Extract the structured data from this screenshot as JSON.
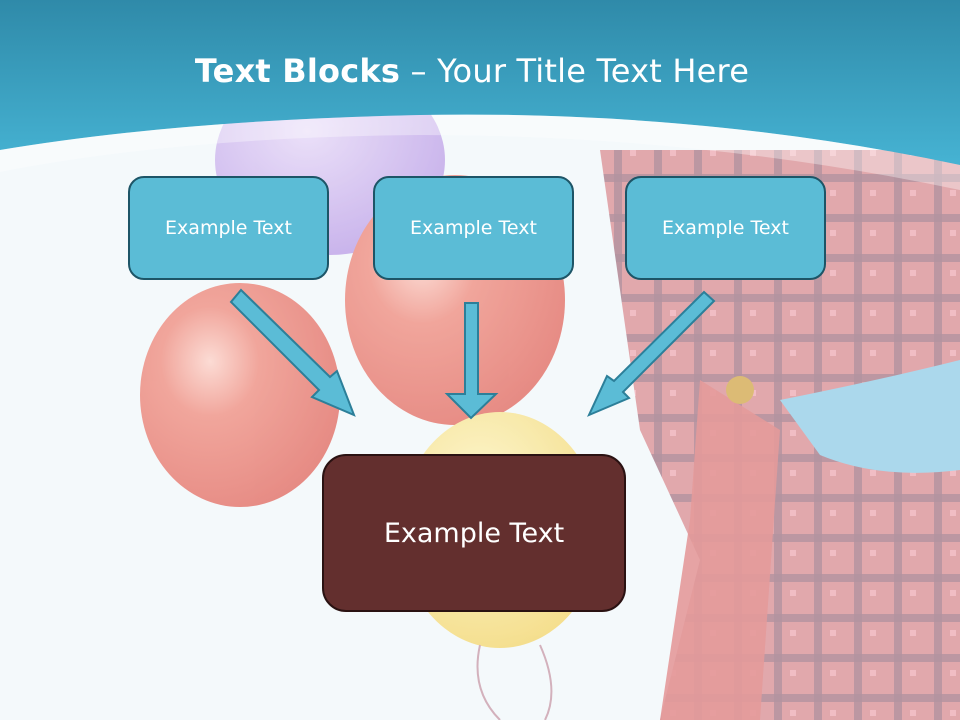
{
  "slide": {
    "title_bold": "Text Blocks",
    "title_separator": "–",
    "title_rest": "Your Title Text Here"
  },
  "blocks": [
    {
      "label": "Example Text"
    },
    {
      "label": "Example Text"
    },
    {
      "label": "Example Text"
    }
  ],
  "target": {
    "label": "Example Text"
  },
  "colors": {
    "header": "#3aa7c5",
    "block_fill": "#5bbcd6",
    "block_border": "#1d5567",
    "target_fill": "#632f2e",
    "arrow_fill": "#5bbcd6"
  }
}
